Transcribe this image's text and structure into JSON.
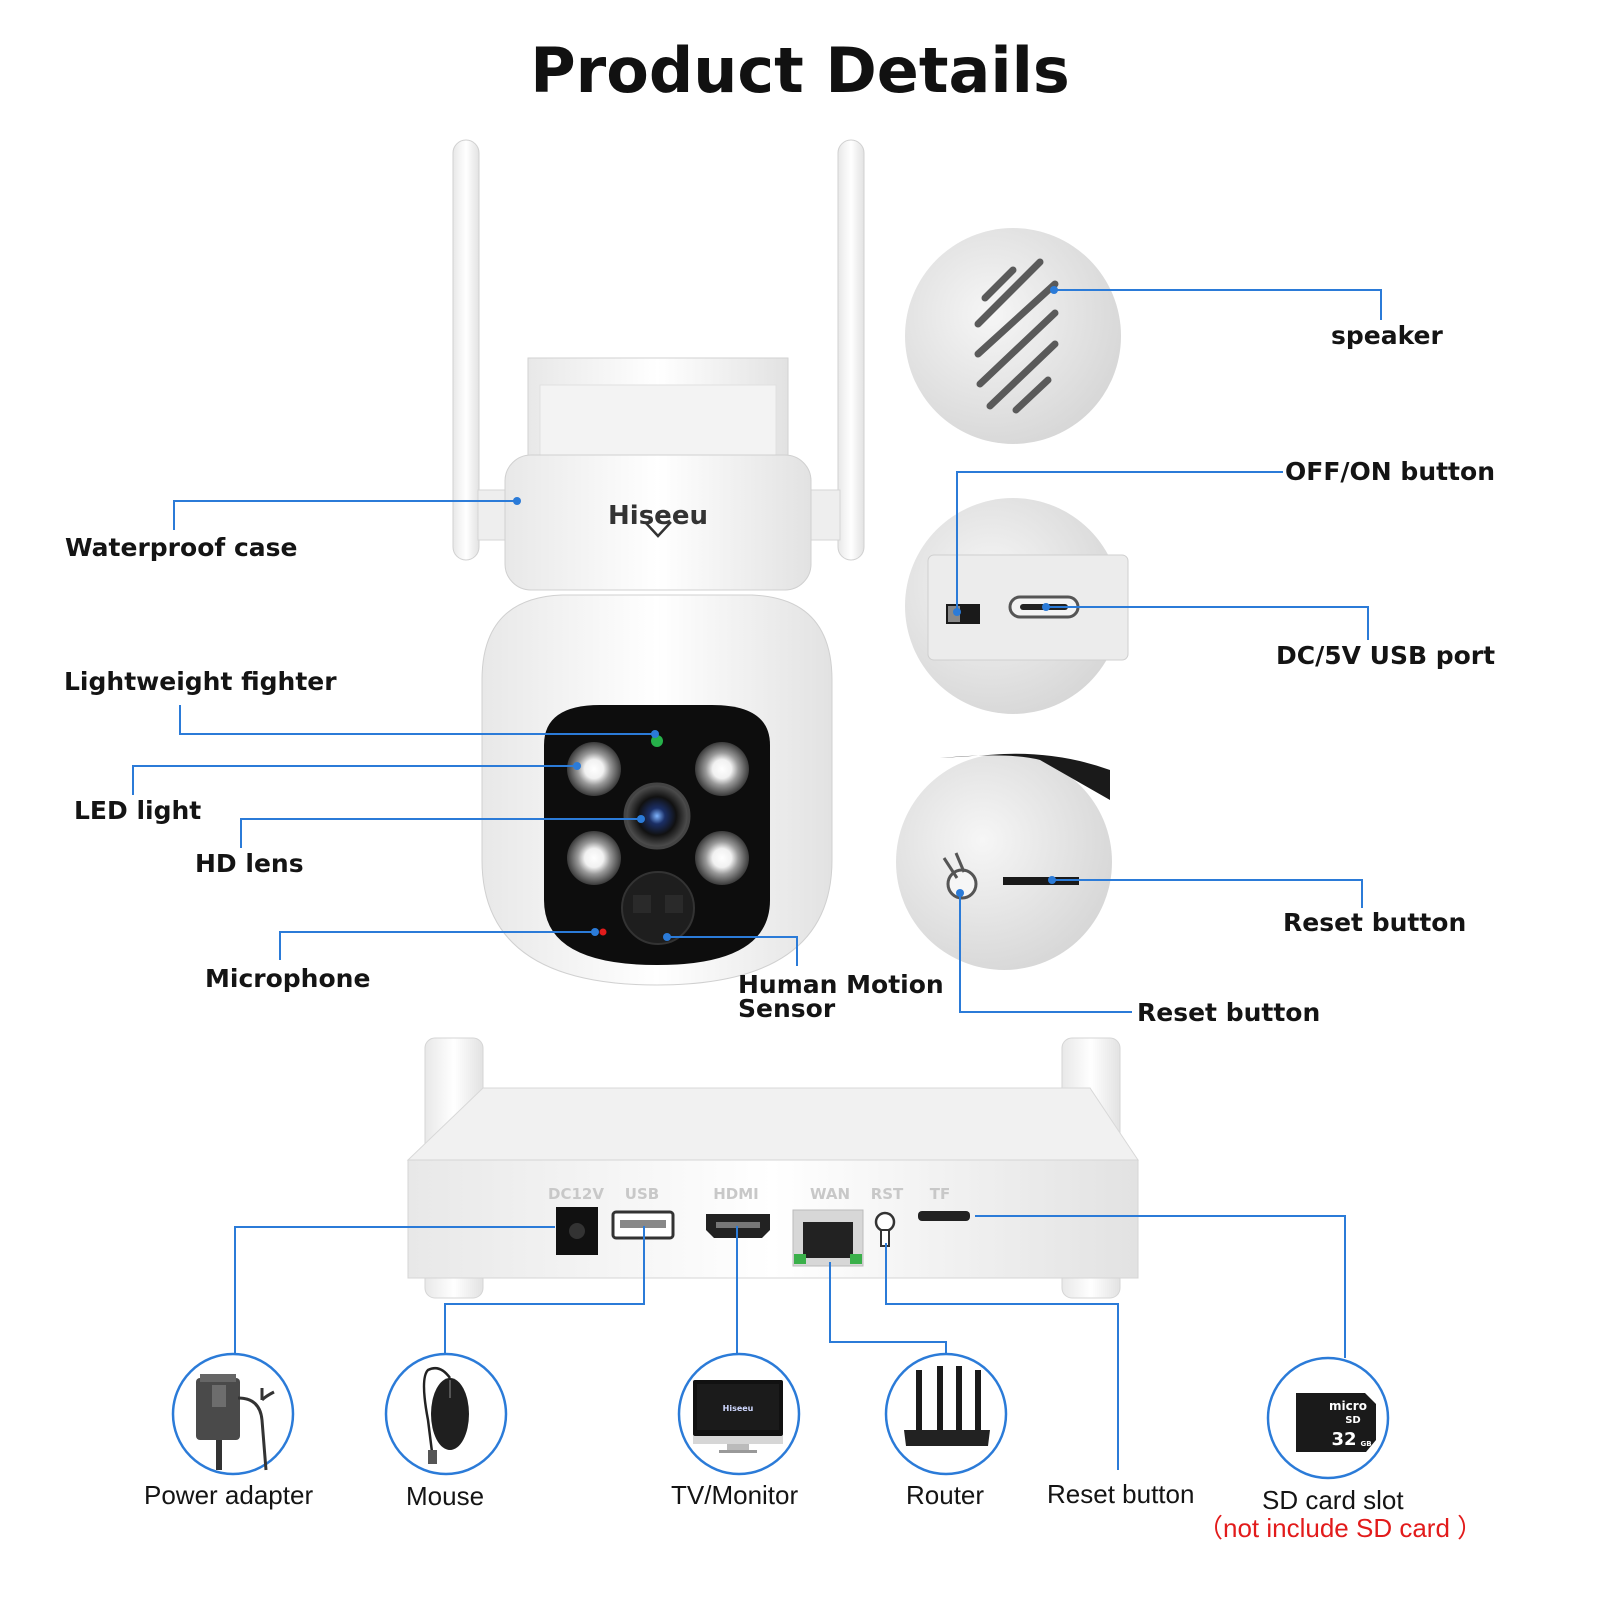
{
  "title": "Product Details",
  "brand": "Hiseeu",
  "colors": {
    "leader_line": "#2b7bd8",
    "circle_ring": "#2b7bd8",
    "note_red": "#e21b1b"
  },
  "camera_labels": {
    "waterproof_case": "Waterproof case",
    "lightweight_fighter": "Lightweight fighter",
    "led_light": "LED light",
    "hd_lens": "HD lens",
    "microphone": "Microphone",
    "human_motion_sensor_line1": "Human Motion",
    "human_motion_sensor_line2": "Sensor"
  },
  "detail_labels": {
    "speaker": "speaker",
    "off_on_button": "OFF/ON button",
    "usb_port": "DC/5V USB port",
    "reset_button_slot": "Reset button",
    "reset_button_pin": "Reset button"
  },
  "nvr_ports": {
    "dc12v": "DC12V",
    "usb": "USB",
    "hdmi": "HDMI",
    "wan": "WAN",
    "rst": "RST",
    "tf": "TF"
  },
  "sd_card": {
    "top": "micro",
    "mid": "SD",
    "capacity": "32",
    "unit": "GB"
  },
  "accessories": {
    "power_adapter": "Power adapter",
    "mouse": "Mouse",
    "tv_monitor": "TV/Monitor",
    "router": "Router",
    "reset_button": "Reset button",
    "sd_card_slot": "SD card slot",
    "sd_note": "（not include SD card ）"
  }
}
